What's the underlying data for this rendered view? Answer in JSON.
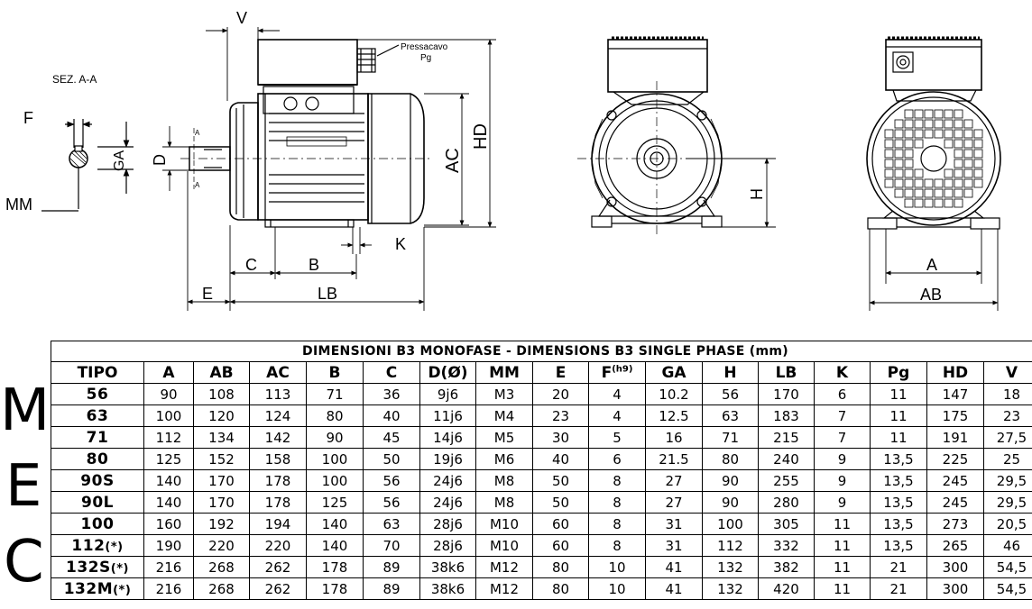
{
  "drawing": {
    "section_label": "SEZ. A-A",
    "pressacavo_label": "Pressacavo",
    "pg_label": "Pg",
    "dim_labels": {
      "V": "V",
      "F": "F",
      "GA": "GA",
      "D": "D",
      "MM": "MM",
      "AC": "AC",
      "HD": "HD",
      "K": "K",
      "C": "C",
      "B": "B",
      "E": "E",
      "LB": "LB",
      "H": "H",
      "A": "A",
      "AB": "AB",
      "section_mark": "A"
    }
  },
  "mec_letters": [
    "M",
    "E",
    "C"
  ],
  "table": {
    "title": "DIMENSIONI B3 MONOFASE - DIMENSIONS B3 SINGLE PHASE (mm)",
    "headers": [
      "TIPO",
      "A",
      "AB",
      "AC",
      "B",
      "C",
      "D(Ø)",
      "MM",
      "E",
      "F",
      "GA",
      "H",
      "LB",
      "K",
      "Pg",
      "HD",
      "V"
    ],
    "f_superscript": "(h9)",
    "rows": [
      {
        "tipo": "56",
        "suffix": "",
        "values": [
          "90",
          "108",
          "113",
          "71",
          "36",
          "9j6",
          "M3",
          "20",
          "4",
          "10.2",
          "56",
          "170",
          "6",
          "11",
          "147",
          "18"
        ]
      },
      {
        "tipo": "63",
        "suffix": "",
        "values": [
          "100",
          "120",
          "124",
          "80",
          "40",
          "11j6",
          "M4",
          "23",
          "4",
          "12.5",
          "63",
          "183",
          "7",
          "11",
          "175",
          "23"
        ]
      },
      {
        "tipo": "71",
        "suffix": "",
        "values": [
          "112",
          "134",
          "142",
          "90",
          "45",
          "14j6",
          "M5",
          "30",
          "5",
          "16",
          "71",
          "215",
          "7",
          "11",
          "191",
          "27,5"
        ]
      },
      {
        "tipo": "80",
        "suffix": "",
        "values": [
          "125",
          "152",
          "158",
          "100",
          "50",
          "19j6",
          "M6",
          "40",
          "6",
          "21.5",
          "80",
          "240",
          "9",
          "13,5",
          "225",
          "25"
        ]
      },
      {
        "tipo": "90S",
        "suffix": "",
        "values": [
          "140",
          "170",
          "178",
          "100",
          "56",
          "24j6",
          "M8",
          "50",
          "8",
          "27",
          "90",
          "255",
          "9",
          "13,5",
          "245",
          "29,5"
        ]
      },
      {
        "tipo": "90L",
        "suffix": "",
        "values": [
          "140",
          "170",
          "178",
          "125",
          "56",
          "24j6",
          "M8",
          "50",
          "8",
          "27",
          "90",
          "280",
          "9",
          "13,5",
          "245",
          "29,5"
        ]
      },
      {
        "tipo": "100",
        "suffix": "",
        "values": [
          "160",
          "192",
          "194",
          "140",
          "63",
          "28j6",
          "M10",
          "60",
          "8",
          "31",
          "100",
          "305",
          "11",
          "13,5",
          "273",
          "20,5"
        ]
      },
      {
        "tipo": "112",
        "suffix": "(*)",
        "values": [
          "190",
          "220",
          "220",
          "140",
          "70",
          "28j6",
          "M10",
          "60",
          "8",
          "31",
          "112",
          "332",
          "11",
          "13,5",
          "265",
          "46"
        ]
      },
      {
        "tipo": "132S",
        "suffix": "(*)",
        "values": [
          "216",
          "268",
          "262",
          "178",
          "89",
          "38k6",
          "M12",
          "80",
          "10",
          "41",
          "132",
          "382",
          "11",
          "21",
          "300",
          "54,5"
        ]
      },
      {
        "tipo": "132M",
        "suffix": "(*)",
        "values": [
          "216",
          "268",
          "262",
          "178",
          "89",
          "38k6",
          "M12",
          "80",
          "10",
          "41",
          "132",
          "420",
          "11",
          "21",
          "300",
          "54,5"
        ]
      }
    ]
  }
}
